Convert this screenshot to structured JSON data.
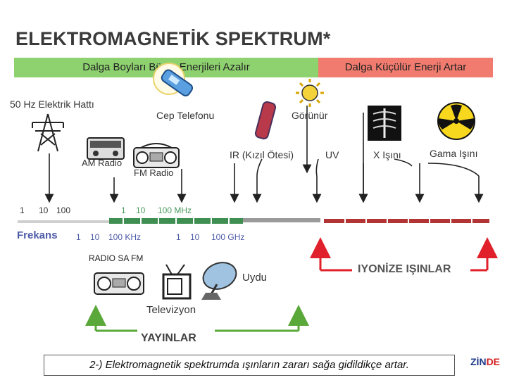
{
  "title": "ELEKTROMAGNETİK SPEKTRUM*",
  "banner": {
    "left_text": "Dalga Boyları Büyür Enerjileri Azalır",
    "right_text": "Dalga Küçülür Enerji Artar",
    "left_color": "#8ed16f",
    "right_color": "#f07b6e"
  },
  "sources": {
    "power_line": "50 Hz Elektrik Hattı",
    "phone": "Cep Telefonu",
    "visible": "Görünür",
    "am_radio": "AM Radio",
    "fm_radio": "FM Radio",
    "ir": "IR (Kızıl Ötesi)",
    "uv": "UV",
    "xray": "X Işını",
    "gamma": "Gama Işını"
  },
  "top_scale": {
    "t1": "1",
    "t10": "10",
    "t100": "100",
    "g1": "1",
    "g10": "10",
    "g100": "100 MHz"
  },
  "freq_scale": {
    "label": "Frekans",
    "k1": "1",
    "k10": "10",
    "k100": "100 KHz",
    "gz1": "1",
    "gz10": "10",
    "gz100": "100 GHz"
  },
  "broadcast": {
    "radio": "RADIO SA FM",
    "tv": "Televizyon",
    "satellite": "Uydu",
    "yayinlar": "YAYINLAR",
    "ionizing": "IYONİZE IŞINLAR"
  },
  "footer": "2-) Elektromagnetik spektrumda ışınların zararı sağa gidildikçe artar.",
  "logo": {
    "part1": "ZİN",
    "part2": "DE",
    "color1": "#1f3b8a",
    "color2": "#d42020"
  },
  "icons": [
    "power-tower-icon",
    "mobile-phone-icon",
    "sun-icon",
    "am-radio-icon",
    "boombox-icon",
    "remote-control-icon",
    "xray-chest-icon",
    "radiation-icon",
    "television-icon",
    "satellite-dish-icon"
  ]
}
